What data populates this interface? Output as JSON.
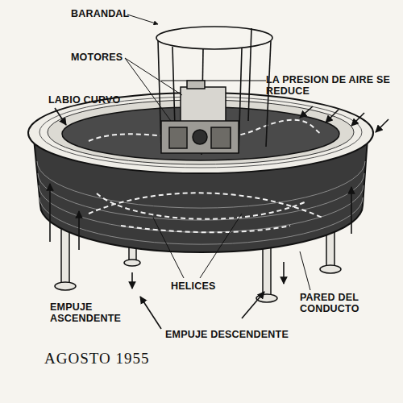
{
  "diagram": {
    "caption": "AGOSTO 1955",
    "labels": [
      "BARANDAL",
      "MOTORES",
      "LABIO CURVO",
      "LA PRESION DE AIRE SE REDUCE",
      "HELICES",
      "PARED DEL CONDUCTO",
      "EMPUJE ASCENDENTE",
      "EMPUJE DESCENDENTE"
    ]
  }
}
